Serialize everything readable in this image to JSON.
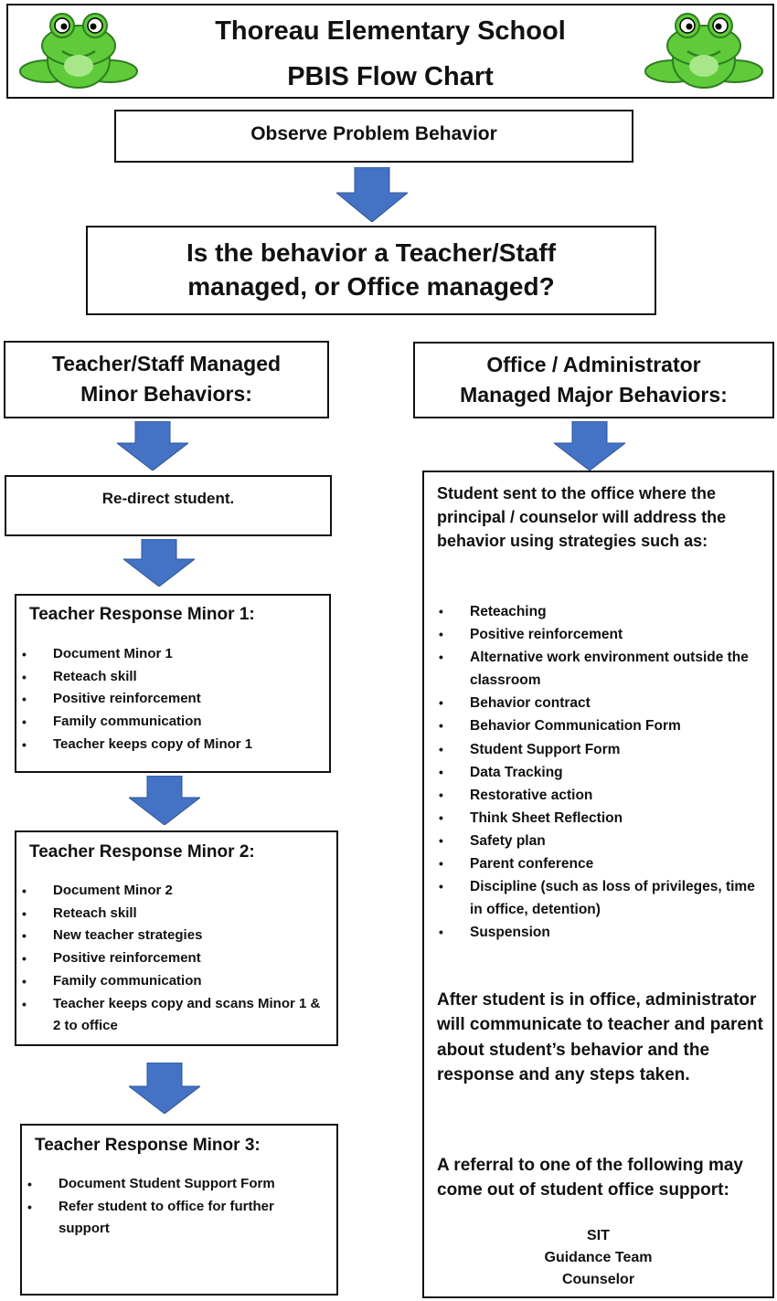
{
  "header": {
    "school": "Thoreau Elementary School",
    "subtitle": "PBIS Flow Chart"
  },
  "step_observe": "Observe Problem Behavior",
  "question": {
    "line1": "Is the behavior a Teacher/Staff",
    "line2": "managed, or Office managed?"
  },
  "left_header": {
    "line1": "Teacher/Staff Managed",
    "line2": "Minor Behaviors:"
  },
  "right_header": {
    "line1": "Office / Administrator",
    "line2": "Managed Major Behaviors:"
  },
  "redirect": "Re-direct student.",
  "minor1": {
    "title": "Teacher Response Minor 1:",
    "items": [
      "Document Minor 1",
      "Reteach skill",
      "Positive reinforcement",
      "Family communication",
      "Teacher keeps copy of Minor 1"
    ]
  },
  "minor2": {
    "title": "Teacher Response Minor 2:",
    "items": [
      "Document Minor 2",
      "Reteach skill",
      "New teacher strategies",
      "Positive reinforcement",
      "Family communication",
      "Teacher keeps copy and scans Minor 1 & 2 to office"
    ]
  },
  "minor3": {
    "title": "Teacher Response Minor 3:",
    "items": [
      "Document Student Support Form",
      "Refer student to office for further support"
    ]
  },
  "office": {
    "intro": "Student sent to the office where the principal / counselor will address the behavior using strategies such as:",
    "items": [
      "Reteaching",
      "Positive reinforcement",
      "Alternative work environment outside the classroom",
      "Behavior contract",
      "Behavior Communication Form",
      "Student Support Form",
      "Data Tracking",
      "Restorative action",
      "Think Sheet Reflection",
      "Safety plan",
      "Parent conference",
      "Discipline (such as loss of privileges, time in office, detention)",
      "Suspension"
    ],
    "after": "After student is in office, administrator will communicate to teacher and parent about student’s behavior and the response and any steps taken.",
    "referral": "A referral to one of the following may come out of student office support:",
    "referral_options": [
      "SIT",
      "Guidance Team",
      "Counselor"
    ]
  },
  "colors": {
    "arrow": "#4472C4",
    "frog_green": "#5FCB3A",
    "frog_dark": "#2E7D1E",
    "border": "#111111"
  },
  "icons": [
    "frog-icon",
    "down-arrow-icon"
  ]
}
